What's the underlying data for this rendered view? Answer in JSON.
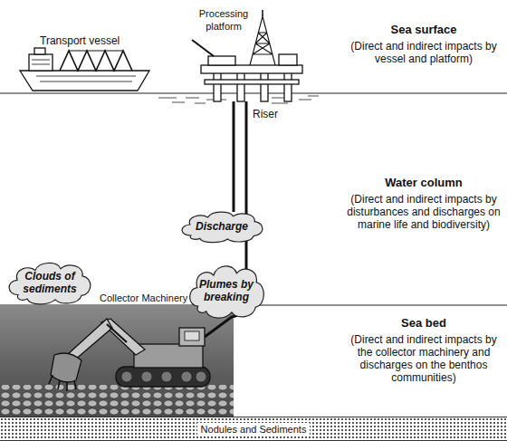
{
  "diagram": {
    "nodes": [
      {
        "text": [
          "Discharge"
        ]
      },
      {
        "text": [
          "Clouds of sediments"
        ]
      },
      {
        "text": [
          "Plumes by breaking"
        ]
      },
      {
        "text": [
          "Nodules and Sediments"
        ]
      }
    ],
    "labels": [
      "Processing platform",
      "Transport vessel",
      "Sea surface",
      "(Direct and indirect impacts by vessel and platform)",
      "Riser",
      "Water column",
      "(Direct and indirect impacts by disturbances and discharges on marine life and biodiversity)",
      "Collector Machinery",
      "Sea bed",
      "(Direct and indirect impacts by the collector machinery and discharges on the benthos communities)"
    ]
  }
}
